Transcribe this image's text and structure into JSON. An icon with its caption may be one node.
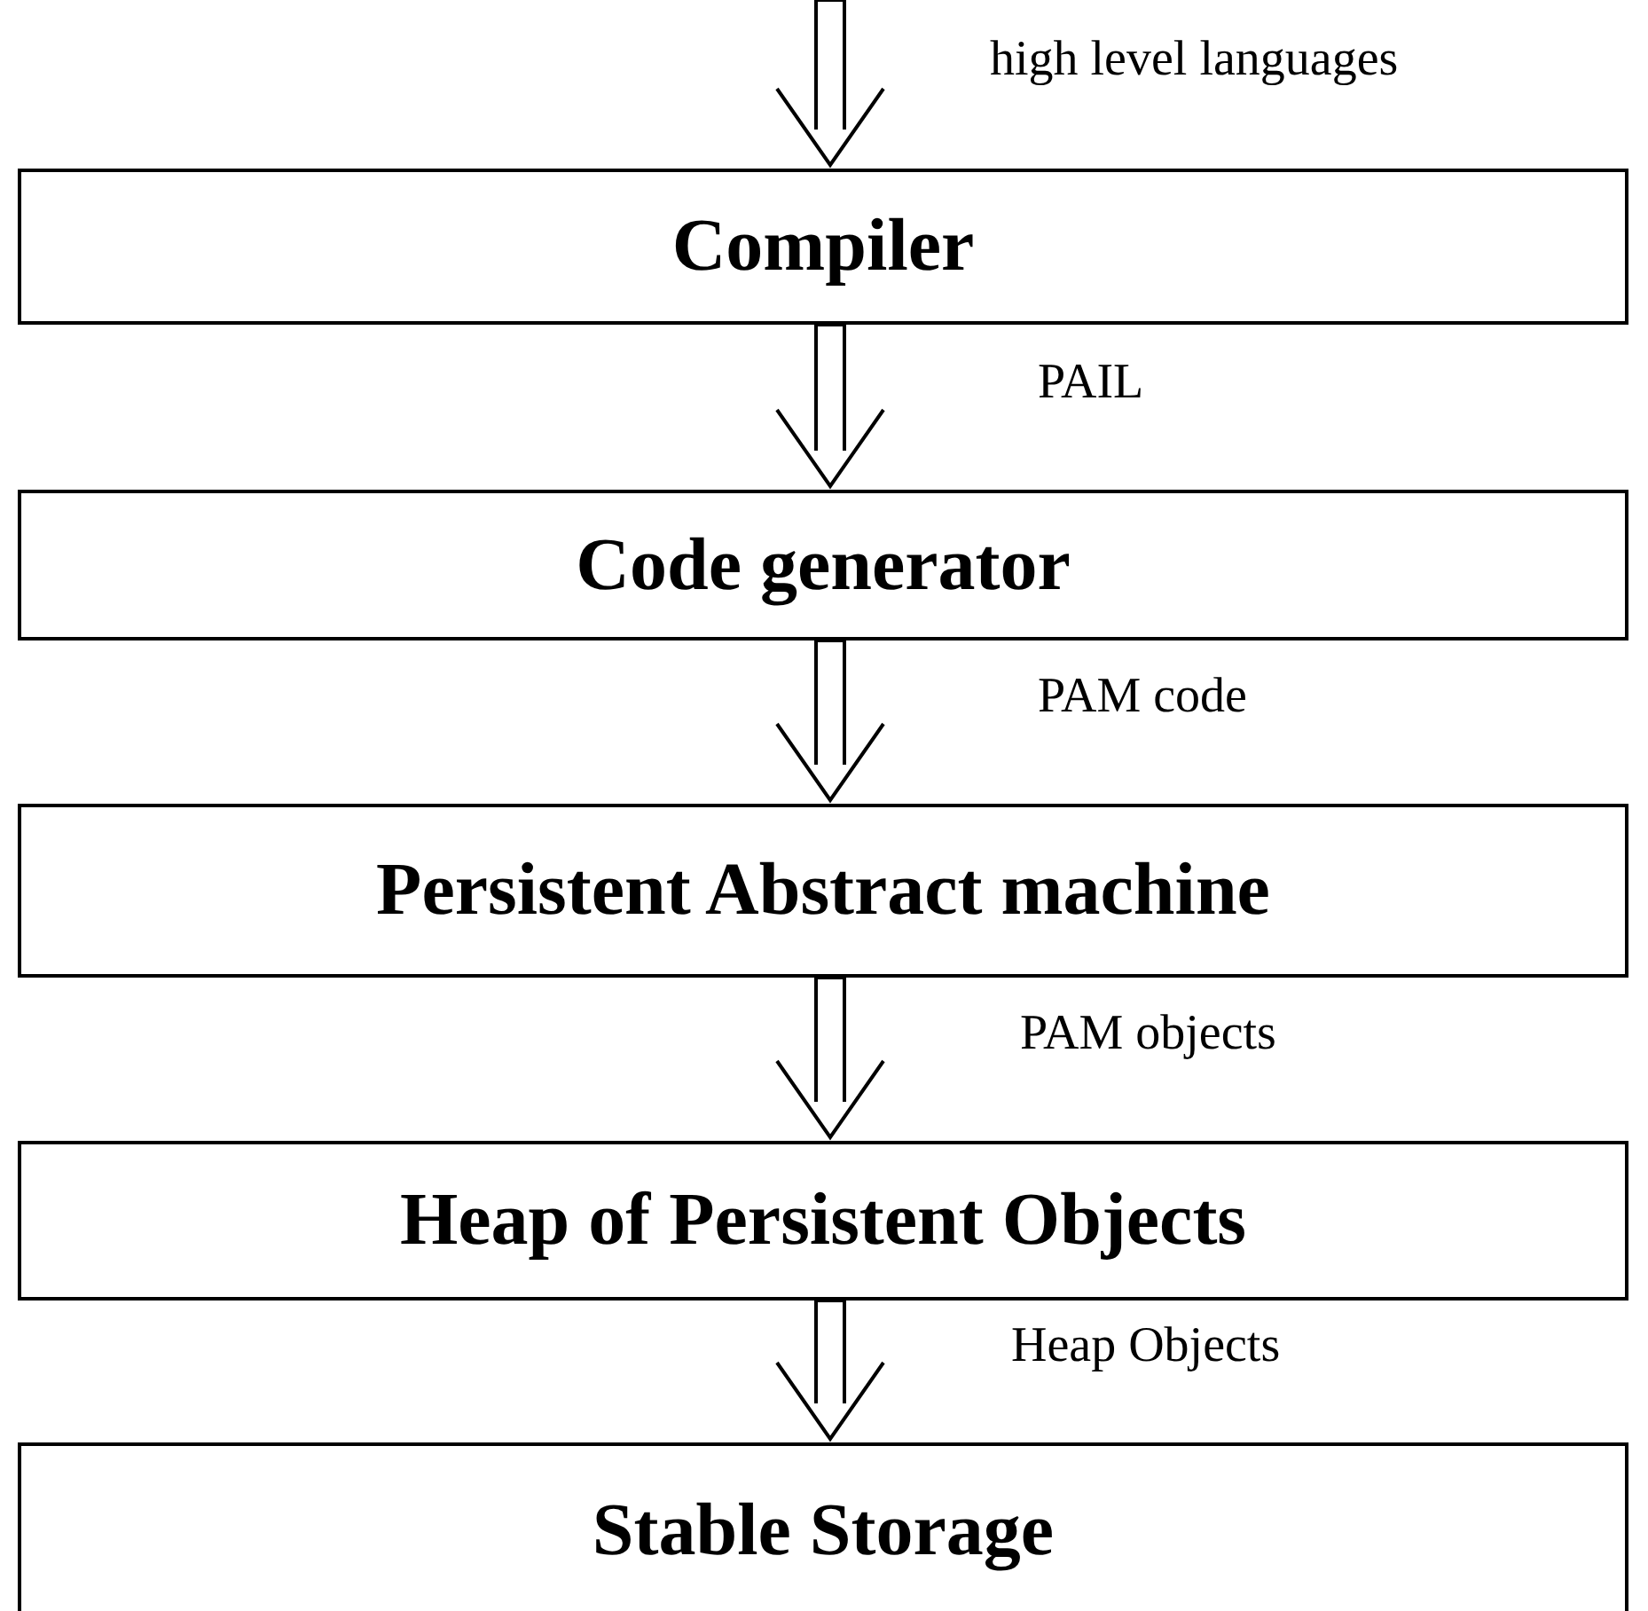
{
  "diagram": {
    "nodes": [
      {
        "text": [
          "Compiler"
        ]
      },
      {
        "text": [
          "Code generator"
        ]
      },
      {
        "text": [
          "Persistent Abstract machine"
        ]
      },
      {
        "text": [
          "Heap of Persistent Objects"
        ]
      },
      {
        "text": [
          "Stable Storage"
        ]
      }
    ],
    "edges": [
      {
        "from": null,
        "to": 0,
        "arrow": "to",
        "label": "high level languages"
      },
      {
        "from": 0,
        "to": 1,
        "arrow": "to",
        "label": "PAIL"
      },
      {
        "from": 1,
        "to": 2,
        "arrow": "to",
        "label": "PAM code"
      },
      {
        "from": 2,
        "to": 3,
        "arrow": "to",
        "label": "PAM objects"
      },
      {
        "from": 3,
        "to": 4,
        "arrow": "to",
        "label": "Heap Objects"
      }
    ]
  }
}
